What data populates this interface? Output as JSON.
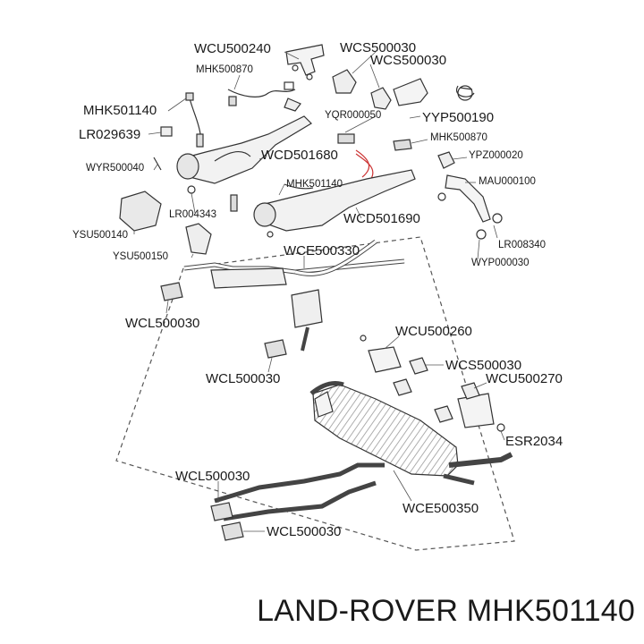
{
  "labels": {
    "wcu500240": "WCU500240",
    "wcs500030_top": "WCS500030",
    "wcs500030_top2": "WCS500030",
    "mhk500870_top": "MHK500870",
    "mhk501140_left": "MHK501140",
    "yqr000050": "YQR000050",
    "yyp500190": "YYP500190",
    "lr029639": "LR029639",
    "mhk500870_mid": "MHK500870",
    "wyr500040": "WYR500040",
    "wcd501680": "WCD501680",
    "ypz000020": "YPZ000020",
    "mhk501140_mid": "MHK501140",
    "mau000100": "MAU000100",
    "lr004343": "LR004343",
    "wcd501690": "WCD501690",
    "ysu500140": "YSU500140",
    "lr008340": "LR008340",
    "wce500330": "WCE500330",
    "ysu500150": "YSU500150",
    "wyp000030": "WYP000030",
    "wcl500030_a": "WCL500030",
    "wcu500260": "WCU500260",
    "wcl500030_b": "WCL500030",
    "wcs500030_right": "WCS500030",
    "wcu500270": "WCU500270",
    "esr2034": "ESR2034",
    "wcl500030_c": "WCL500030",
    "wce500350": "WCE500350",
    "wcl500030_d": "WCL500030"
  },
  "footer": {
    "brand_part": "LAND-ROVER MHK501140"
  }
}
